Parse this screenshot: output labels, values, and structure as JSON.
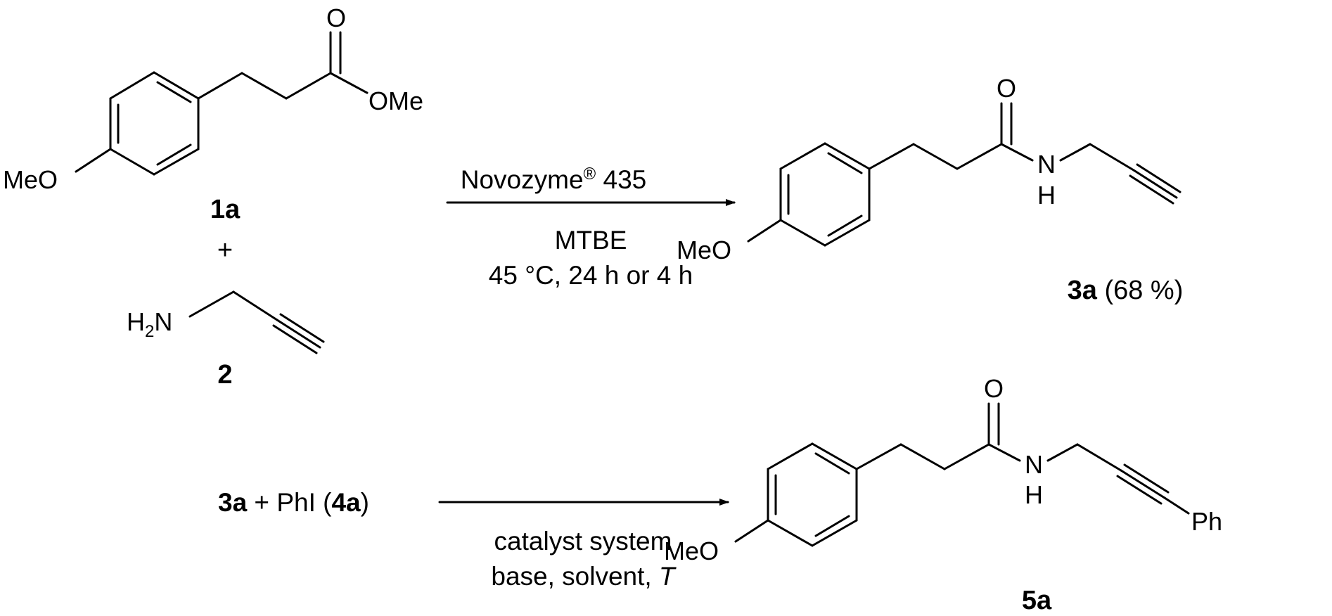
{
  "reaction1": {
    "reactant_ester": {
      "label": "1a",
      "groups": {
        "carbonyl_o": "O",
        "ester_ome": "OMe",
        "ring_ome": "MeO"
      }
    },
    "plus": "+",
    "reactant_amine": {
      "label": "2",
      "groups": {
        "amine_h": "H",
        "amine_sub": "2",
        "amine_n": "N"
      }
    },
    "arrow": {
      "reagent": "Novozyme",
      "reagent_mark": "®",
      "reagent_num": "435",
      "solvent": "MTBE",
      "conditions": "45 °C, 24 h or 4 h"
    },
    "product": {
      "label": "3a",
      "yield": "(68 %)",
      "groups": {
        "carbonyl_o": "O",
        "amide_n": "N",
        "amide_h": "H",
        "ring_ome": "MeO"
      }
    }
  },
  "reaction2": {
    "reactants": {
      "r1": "3a",
      "plus": " + PhI (",
      "r2": "4a",
      "close": ")"
    },
    "arrow": {
      "line1": "catalyst system",
      "line2_prefix": "base, solvent, ",
      "line2_var": "T"
    },
    "product": {
      "label": "5a",
      "groups": {
        "carbonyl_o": "O",
        "amide_n": "N",
        "amide_h": "H",
        "ring_ome": "MeO",
        "phenyl": "Ph"
      }
    }
  }
}
